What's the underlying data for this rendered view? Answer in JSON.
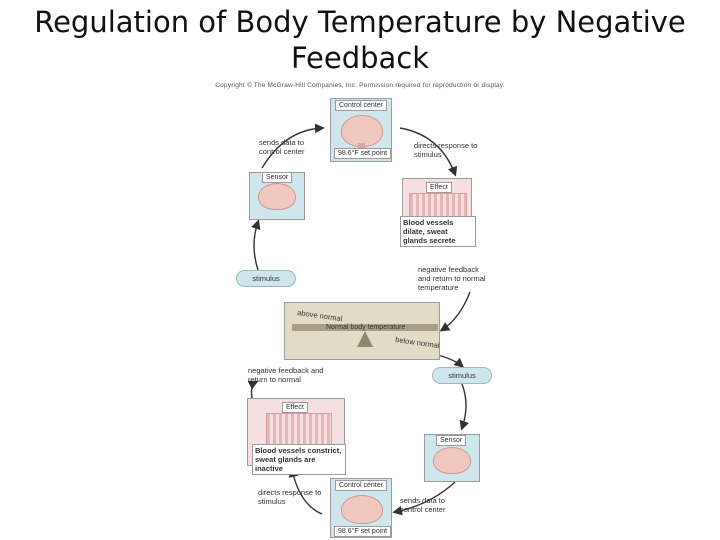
{
  "title": "Regulation of Body Temperature by Negative Feedback",
  "copyright": "Copyright © The McGraw-Hill Companies, Inc. Permission required for reproduction or display.",
  "top_loop": {
    "control_center": "Control center",
    "set_point": "98.6°F set point",
    "sends_data": "sends data to control center",
    "directs_response": "directs response to stimulus",
    "sensor": "Sensor",
    "effect": "Effect",
    "effect_caption": "Blood vessels dilate, sweat glands secrete",
    "negative_feedback": "negative feedback and return to normal temperature",
    "stimulus": "stimulus"
  },
  "balance": {
    "above_normal": "above normal",
    "normal_temp": "Normal body temperature",
    "below_normal": "below normal"
  },
  "bottom_loop": {
    "negative_feedback": "negative feedback and return to normal",
    "stimulus": "stimulus",
    "effect": "Effect",
    "effect_caption": "Blood vessels constrict, sweat glands are inactive",
    "sensor": "Sensor",
    "control_center": "Control center",
    "directs_response": "directs response to stimulus",
    "sends_data": "sends data to control center",
    "set_point": "98.6°F set point"
  },
  "colors": {
    "sensor_bg": "#cfe6ec",
    "effect_bg": "#f4e0e0",
    "balance_bg": "#e2dcc6",
    "brain": "#f0c8c0",
    "arrow": "#333333"
  }
}
